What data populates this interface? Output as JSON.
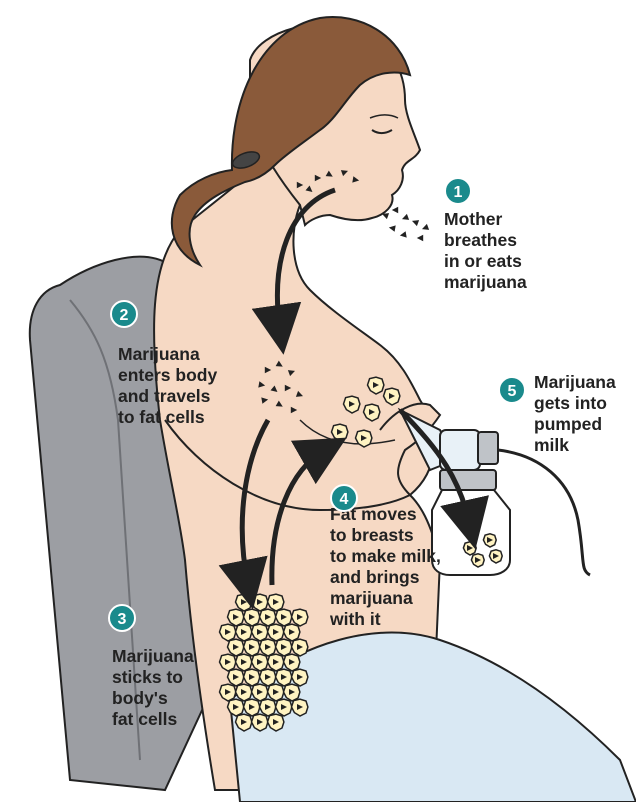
{
  "colors": {
    "accent": "#1a8a8c",
    "skin": "#f6d9c4",
    "hair": "#8a5a3a",
    "chair": "#9c9ea3",
    "blanket": "#d9e8f3",
    "fat_cell": "#fff3c2",
    "outline": "#222222"
  },
  "steps": [
    {
      "number": "1",
      "text": "Mother\nbreathes\nin or eats\nmarijuana"
    },
    {
      "number": "2",
      "text": "Marijuana\nenters body\nand travels\nto fat cells"
    },
    {
      "number": "3",
      "text": "Marijuana\nsticks to\nbody's\nfat cells"
    },
    {
      "number": "4",
      "text": "Fat moves\nto breasts\nto make milk,\nand brings\nmarijuana\nwith it"
    },
    {
      "number": "5",
      "text": "Marijuana\ngets into\npumped\nmilk"
    }
  ]
}
